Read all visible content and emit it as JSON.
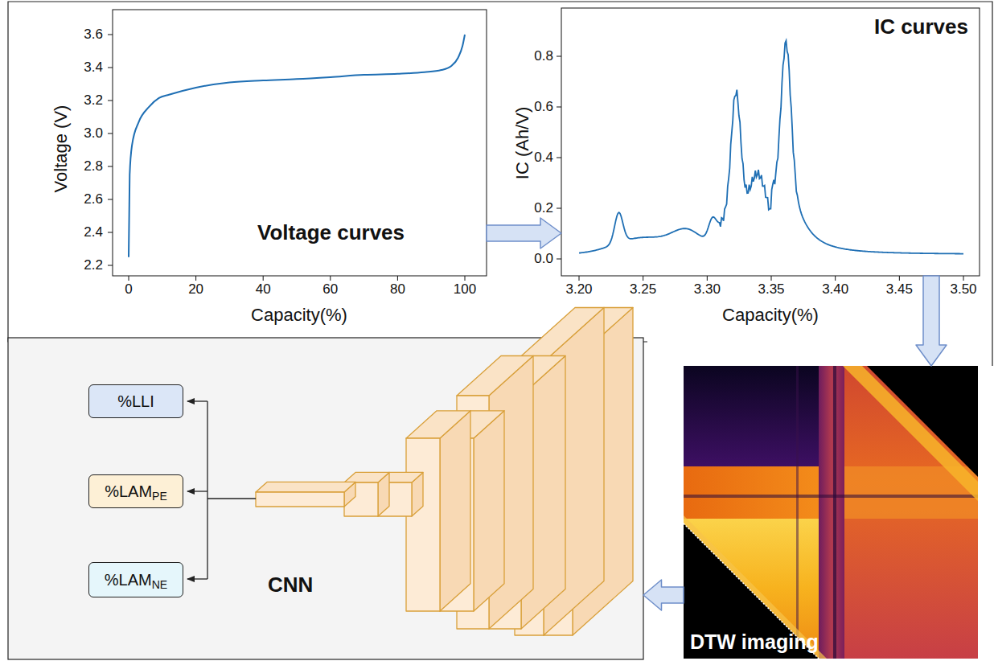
{
  "diagram": {
    "nodes": [
      {
        "text": [
          "Voltage curves"
        ]
      },
      {
        "text": [
          "IC curves"
        ]
      },
      {
        "text": [
          "DTW imaging"
        ]
      },
      {
        "text": [
          "CNN"
        ]
      },
      {
        "text": [
          "%LLI"
        ],
        "in": 3
      },
      {
        "text": [
          "%LAM",
          "PE"
        ],
        "in": 3
      },
      {
        "text": [
          "%LAM",
          "NE"
        ],
        "in": 3
      }
    ],
    "edges": [
      {
        "from": 0,
        "to": 1,
        "arrow": "to"
      },
      {
        "from": 1,
        "to": 2,
        "arrow": "to"
      },
      {
        "from": 2,
        "to": 3,
        "arrow": "to"
      }
    ],
    "labels": [
      "3.6",
      "3.4",
      "3.2",
      "3.0",
      "2.8",
      "2.6",
      "2.4",
      "2.2",
      "0",
      "20",
      "40",
      "60",
      "80",
      "100",
      "Capacity(%)",
      "Voltage (V)",
      "0.0",
      "0.2",
      "0.4",
      "0.6",
      "0.8",
      "3.20",
      "3.25",
      "3.30",
      "3.35",
      "3.40",
      "3.45",
      "3.50",
      "Capacity(%)",
      "IC (Ah/V)"
    ]
  }
}
